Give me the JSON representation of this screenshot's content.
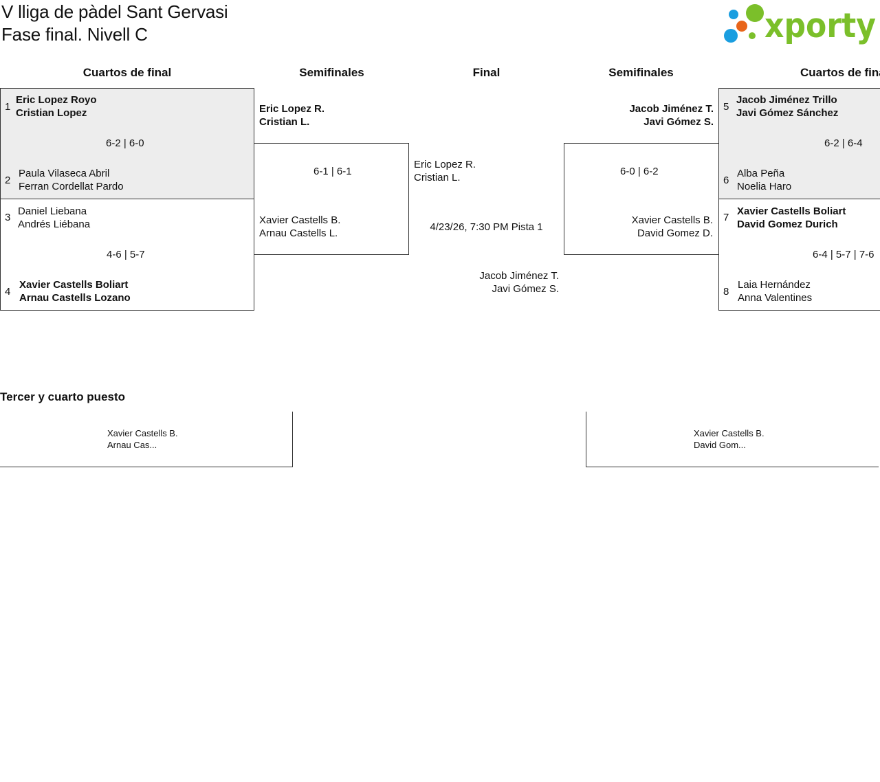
{
  "header": {
    "title_line1": "V lliga de pàdel Sant Gervasi",
    "title_line2": "Fase final. Nivell C",
    "logo_text": "xporty",
    "logo_colors": {
      "blue": "#1a9ee0",
      "orange": "#e8651a",
      "green": "#7bbf2a"
    }
  },
  "rounds": {
    "left_qf": "Cuartos de final",
    "left_sf": "Semifinales",
    "final": "Final",
    "right_sf": "Semifinales",
    "right_qf": "Cuartos de final"
  },
  "qf": [
    {
      "seed_a": "1",
      "team_a": [
        "Eric Lopez Royo",
        "Cristian Lopez"
      ],
      "score": "6-2 | 6-0",
      "seed_b": "2",
      "team_b": [
        "Paula Vilaseca Abril",
        "Ferran Cordellat Pardo"
      ]
    },
    {
      "seed_a": "3",
      "team_a": [
        "Daniel Liebana",
        "Andrés Liébana"
      ],
      "score": "4-6 | 5-7",
      "seed_b": "4",
      "team_b": [
        "Xavier Castells Boliart",
        "Arnau Castells Lozano"
      ]
    },
    {
      "seed_a": "5",
      "team_a": [
        "Jacob Jiménez Trillo",
        "Javi Gómez Sánchez"
      ],
      "score": "6-2 | 6-4",
      "seed_b": "6",
      "team_b": [
        "Alba Peña",
        "Noelia Haro"
      ]
    },
    {
      "seed_a": "7",
      "team_a": [
        "Xavier Castells Boliart",
        "David Gomez Durich"
      ],
      "score": "6-4 | 5-7 | 7-6",
      "seed_b": "8",
      "team_b": [
        "Laia Hernández",
        "Anna Valentines"
      ]
    }
  ],
  "sf": [
    {
      "team_a": [
        "Eric Lopez R.",
        "Cristian L."
      ],
      "score": "6-1 | 6-1",
      "team_b": [
        "Xavier Castells B.",
        "Arnau Castells L."
      ]
    },
    {
      "team_a": [
        "Jacob Jiménez T.",
        "Javi Gómez S."
      ],
      "score": "6-0 | 6-2",
      "team_b": [
        "Xavier Castells B.",
        "David Gomez D."
      ]
    }
  ],
  "final": {
    "team_a": [
      "Eric Lopez R.",
      "Cristian L."
    ],
    "schedule": "4/23/26, 7:30 PM Pista 1",
    "team_b": [
      "Jacob Jiménez T.",
      "Javi Gómez S."
    ]
  },
  "third_place": {
    "label": "Tercer y cuarto puesto",
    "team_a": [
      "Xavier Castells B.",
      "Arnau Cas..."
    ],
    "team_b": [
      "Xavier Castells B.",
      "David Gom..."
    ]
  }
}
